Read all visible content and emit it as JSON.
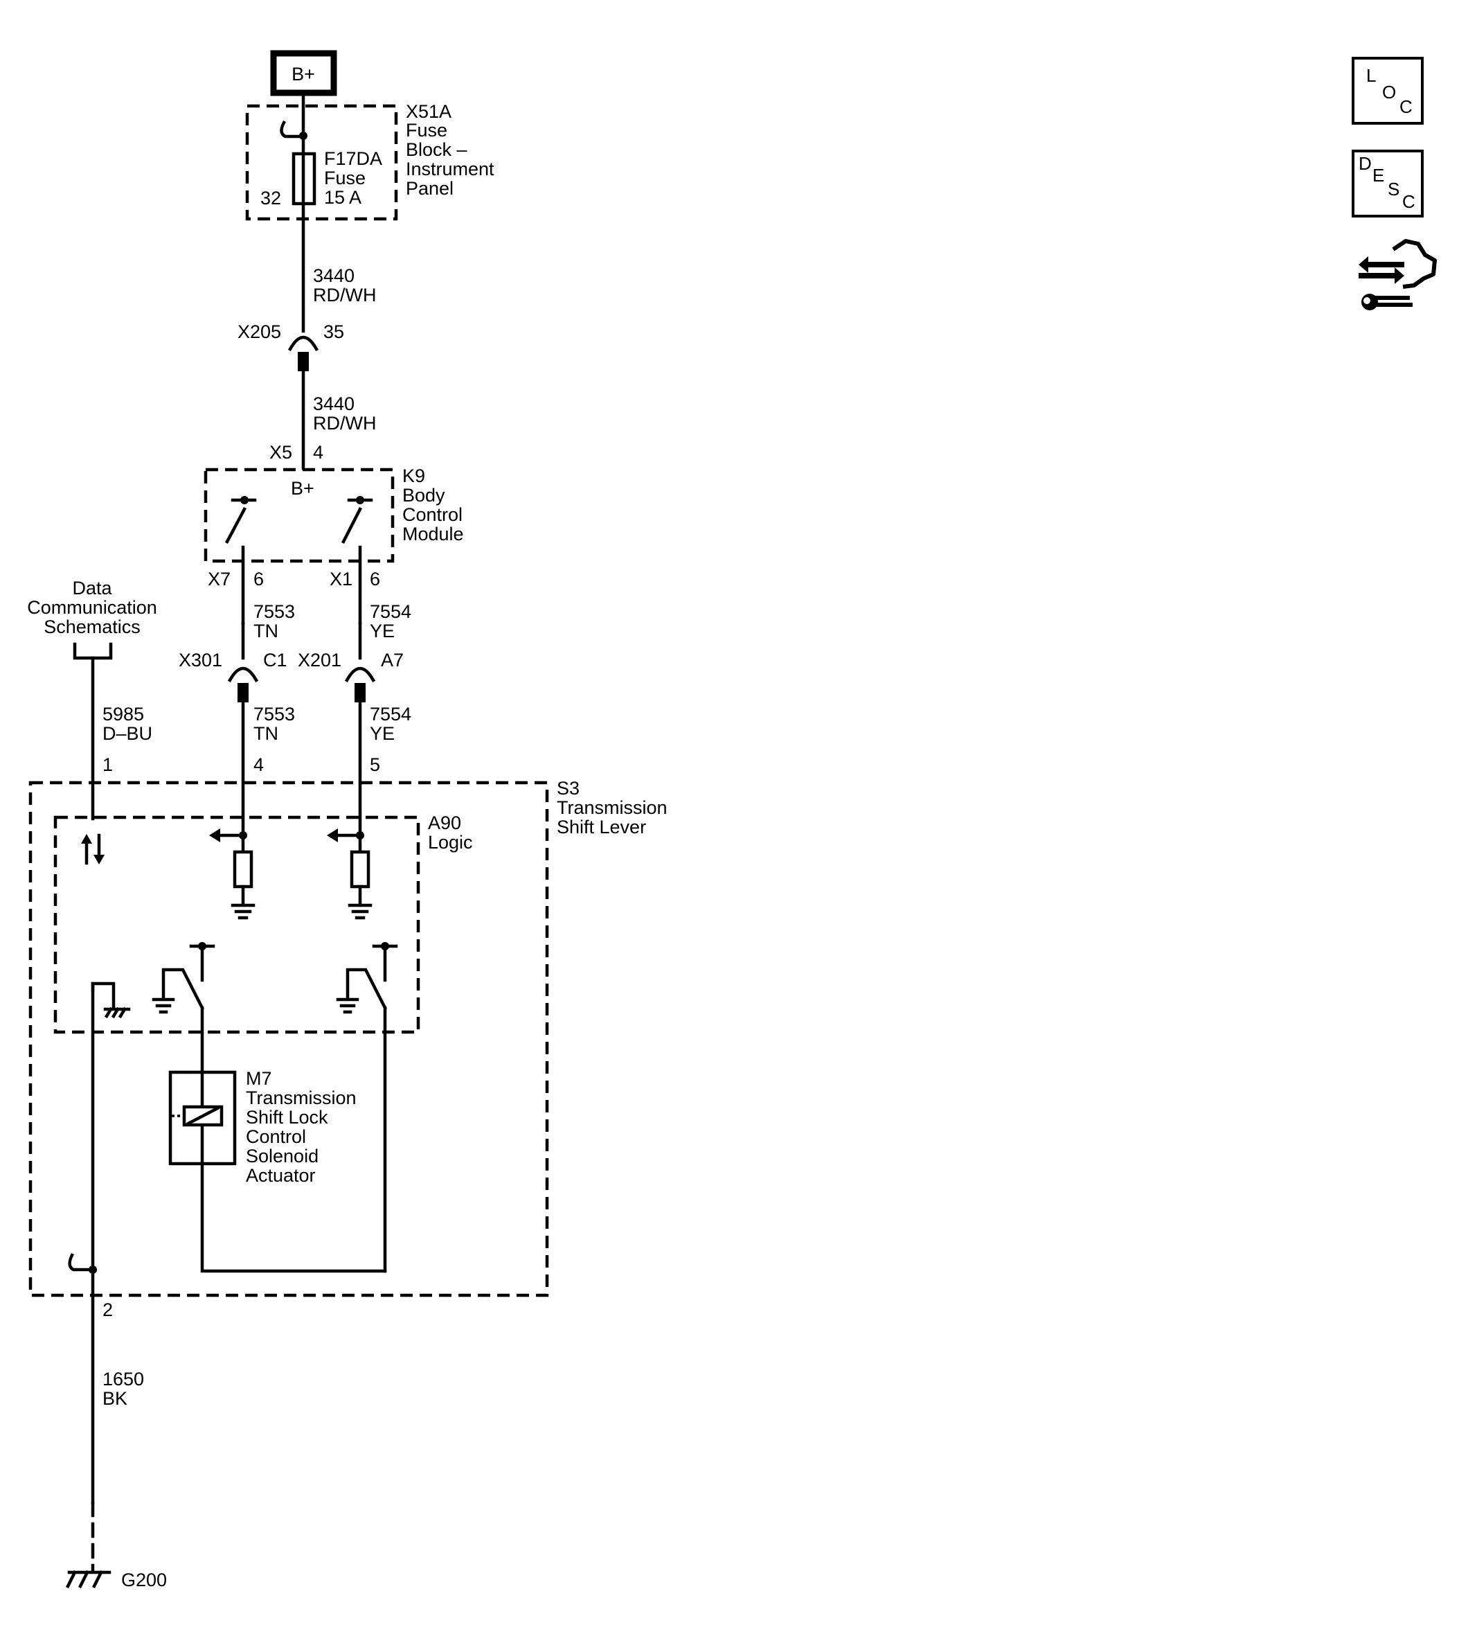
{
  "power": {
    "source": "B+",
    "fuse_block": {
      "id": "X51A",
      "name_line1": "Fuse",
      "name_line2": "Block –",
      "name_line3": "Instrument",
      "name_line4": "Panel",
      "pin": "32"
    },
    "fuse": {
      "id": "F17DA",
      "type": "Fuse",
      "rating": "15 A"
    }
  },
  "wires": {
    "w3440_a": {
      "circuit": "3440",
      "color": "RD/WH"
    },
    "w3440_b": {
      "circuit": "3440",
      "color": "RD/WH"
    },
    "w7553_a": {
      "circuit": "7553",
      "color": "TN"
    },
    "w7553_b": {
      "circuit": "7553",
      "color": "TN"
    },
    "w7554_a": {
      "circuit": "7554",
      "color": "YE"
    },
    "w7554_b": {
      "circuit": "7554",
      "color": "YE"
    },
    "w5985": {
      "circuit": "5985",
      "color": "D–BU"
    },
    "w1650": {
      "circuit": "1650",
      "color": "BK"
    }
  },
  "connectors": {
    "x205": {
      "id": "X205",
      "pin": "35"
    },
    "x5": {
      "id": "X5",
      "pin": "4"
    },
    "x7": {
      "id": "X7",
      "pin": "6"
    },
    "x1": {
      "id": "X1",
      "pin": "6"
    },
    "x301": {
      "id": "X301",
      "pin": "C1"
    },
    "x201": {
      "id": "X201",
      "pin": "A7"
    }
  },
  "bcm": {
    "id": "K9",
    "line1": "Body",
    "line2": "Control",
    "line3": "Module",
    "supply": "B+"
  },
  "data_comm": {
    "line1": "Data",
    "line2": "Communication",
    "line3": "Schematics"
  },
  "shift_lever": {
    "id": "S3",
    "line1": "Transmission",
    "line2": "Shift Lever",
    "pins": {
      "p1": "1",
      "p4": "4",
      "p5": "5",
      "p2": "2"
    }
  },
  "logic": {
    "id": "A90",
    "name": "Logic"
  },
  "solenoid": {
    "id": "M7",
    "line1": "Transmission",
    "line2": "Shift Lock",
    "line3": "Control",
    "line4": "Solenoid",
    "line5": "Actuator"
  },
  "ground": {
    "id": "G200"
  },
  "side_icons": {
    "loc": {
      "c1": "L",
      "c2": "O",
      "c3": "C",
      "icon": "loc-icon"
    },
    "desc": {
      "c1": "D",
      "c2": "E",
      "c3": "S",
      "c4": "C",
      "icon": "desc-icon"
    },
    "connector_hand": {
      "icon": "connector-end-view-icon"
    }
  }
}
